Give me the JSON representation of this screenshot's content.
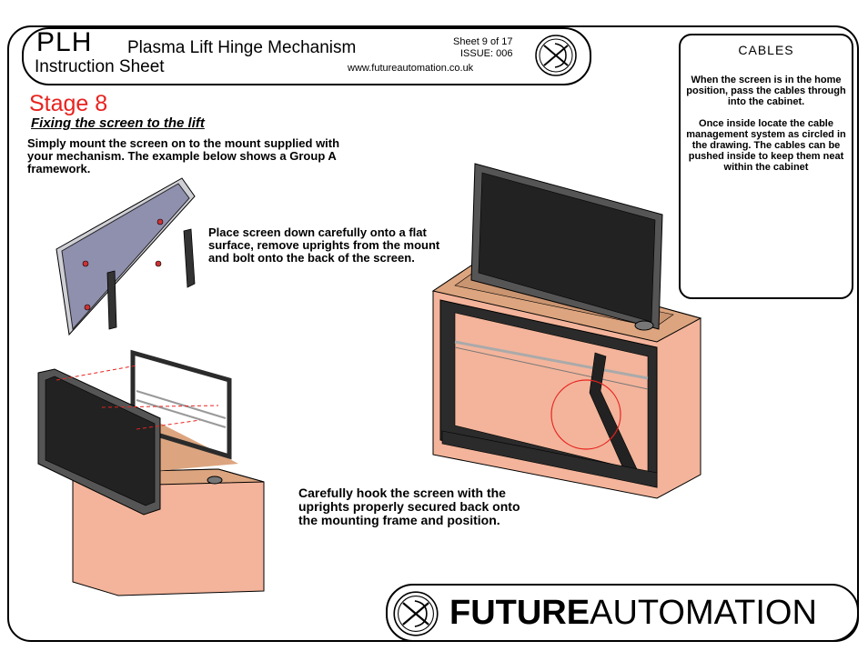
{
  "header": {
    "code": "PLH",
    "title": "Plasma Lift Hinge Mechanism",
    "subtitle": "Instruction Sheet",
    "sheet": "Sheet 9 of 17",
    "issue": "ISSUE:  006",
    "website": "www.futureautomation.co.uk"
  },
  "cables": {
    "title": "CABLES",
    "text": "When the screen is in the home position, pass the cables through into the cabinet.\n\nOnce inside locate the cable management system as circled in the drawing. The cables can be pushed inside to keep them neat within the cabinet"
  },
  "stage": {
    "title": "Stage 8",
    "subtitle": "Fixing the screen to the lift",
    "intro": "Simply mount the screen on to the mount supplied with your mechanism.  The example below shows a Group A framework.",
    "step1": "Place screen down carefully onto a flat surface, remove uprights from the mount and bolt onto the back of the screen.",
    "step2": "Carefully hook the screen with the uprights properly secured back onto the mounting frame and  position."
  },
  "footer": {
    "brand_bold": "FUTURE",
    "brand_regular": "AUTOMATION"
  },
  "colors": {
    "accent": "#e8231f",
    "cabinet": "#f3b49b",
    "cabinet_top": "#dca57f",
    "screen_back": "#8f8fae",
    "frame_dark": "#2b2b2b"
  }
}
